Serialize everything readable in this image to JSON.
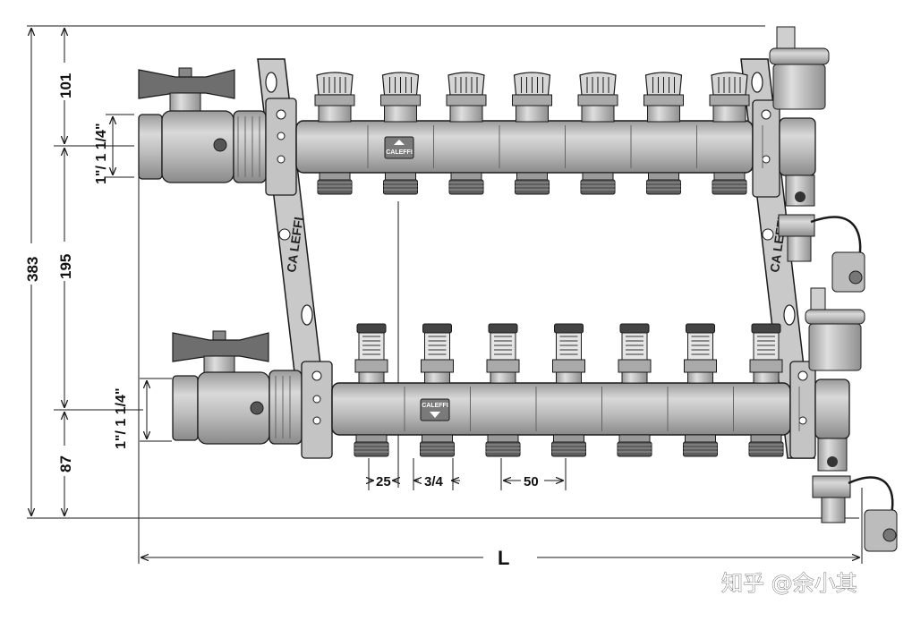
{
  "dimensions": {
    "total_height": "383",
    "top_height": "101",
    "center_distance": "195",
    "bottom_height": "87",
    "upper_connection": "1\"/ 1 1/4\"",
    "lower_connection": "1\"/ 1 1/4\"",
    "outlet_offset": "25",
    "outlet_thread": "3/4",
    "outlet_spacing": "50",
    "length": "L"
  },
  "branding": {
    "plate_logo_left": "CA LEFFI",
    "plate_logo_right": "CA LEFFI",
    "manifold_badge_upper": "CALEFFI",
    "manifold_badge_lower": "CALEFFI"
  },
  "manifold": {
    "upper_outlet_count": 7,
    "lower_outlet_count": 7,
    "upper_valve_type": "thermostatic-cap",
    "lower_valve_type": "flow-meter"
  },
  "watermark": {
    "text": "知乎 @余小其"
  },
  "colors": {
    "line": "#1a1a1a",
    "metal": "#b9b9b9",
    "metal_dark": "#8e8e8e",
    "bracket": "#c8c8c8",
    "handle": "#707070"
  }
}
